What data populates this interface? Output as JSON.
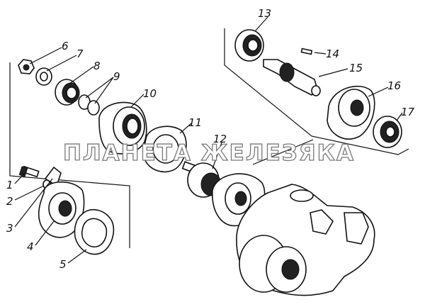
{
  "diagram": {
    "watermark": "ПЛАНЕТА ЖЕЛЕЗЯКА",
    "callouts": [
      "1",
      "2",
      "3",
      "4",
      "5",
      "6",
      "7",
      "8",
      "9",
      "10",
      "11",
      "12",
      "13",
      "14",
      "15",
      "16",
      "17"
    ]
  }
}
